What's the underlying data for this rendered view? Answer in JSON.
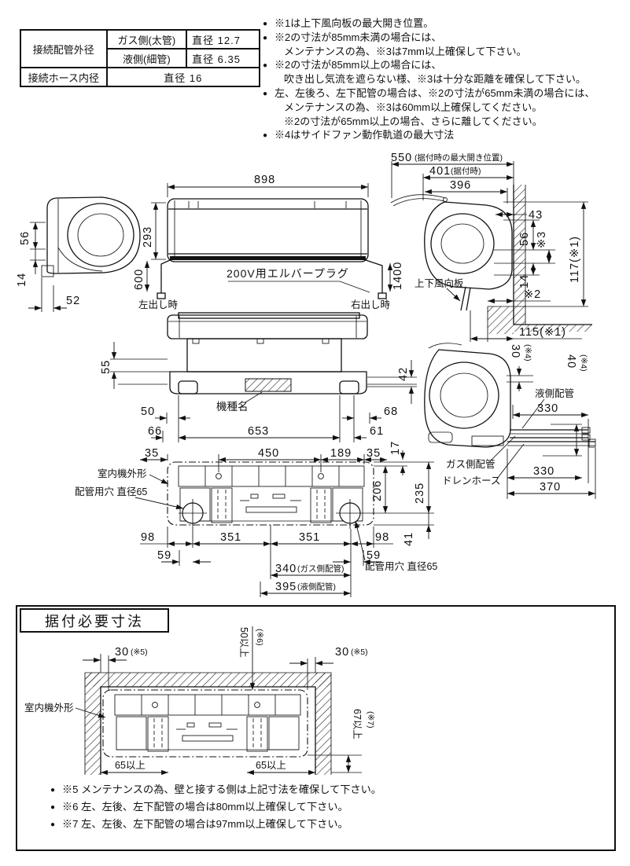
{
  "spec_table": {
    "pipe_outer_label": "接続配管外径",
    "gas_label": "ガス側(太管)",
    "gas_value": "直径 12.7",
    "liquid_label": "液側(細管)",
    "liquid_value": "直径 6.35",
    "hose_label": "接続ホース内径",
    "hose_value": "直径 16"
  },
  "top_notes": [
    {
      "bullet": "●",
      "text": "※1は上下風向板の最大開き位置。"
    },
    {
      "bullet": "●",
      "text": "※2の寸法が85mm未満の場合には、"
    },
    {
      "bullet": "",
      "text": "メンテナンスの為、※3は7mm以上確保して下さい。"
    },
    {
      "bullet": "●",
      "text": "※2の寸法が85mm以上の場合には、"
    },
    {
      "bullet": "",
      "text": "吹き出し気流を遮らない様、※3は十分な距離を確保して下さい。"
    },
    {
      "bullet": "●",
      "text": "左、左後ろ、左下配管の場合は、※2の寸法が65mm未満の場合には、"
    },
    {
      "bullet": "",
      "text": "メンテナンスの為、※3は60mm以上確保してください。"
    },
    {
      "bullet": "",
      "text": "※2の寸法が65mm以上の場合、さらに離してください。"
    },
    {
      "bullet": "●",
      "text": "※4はサイドファン動作軌道の最大寸法"
    }
  ],
  "left_view": {
    "d56": "56",
    "d14": "14",
    "d52": "52"
  },
  "front_view": {
    "width": "898",
    "height": "293",
    "cord_left": "600",
    "cord_right": "1400",
    "plug": "200V用エルバープラグ",
    "left_out": "左出し時",
    "right_out": "右出し時"
  },
  "wall_view": {
    "d550": "550",
    "d550_note": "(据付時の最大開き位置)",
    "d401": "401",
    "d401_note": "(据付時)",
    "d396": "396",
    "d43": "43",
    "d56": "56",
    "s3": "※3",
    "d117": "117(※1)",
    "d14": "14",
    "s2": "※2",
    "d115": "115(※1)",
    "louver": "上下風向板"
  },
  "bottom_view": {
    "d55": "55",
    "d42": "42",
    "d50": "50",
    "d66": "66",
    "d653": "653",
    "d68": "68",
    "d61": "61",
    "model": "機種名"
  },
  "pipe_view": {
    "d30": "30",
    "s4a": "(※4)",
    "d40": "40",
    "s4b": "(※4)",
    "liquid": "液側配管",
    "d330a": "330",
    "gas": "ガス側配管",
    "drain": "ドレンホース",
    "d330b": "330",
    "d370": "370"
  },
  "holes_view": {
    "d35a": "35",
    "d450": "450",
    "d189": "189",
    "d35b": "35",
    "d17": "17",
    "outline": "室内機外形",
    "hole_left": "配管用穴 直径65",
    "hole_right": "配管用穴 直径65",
    "d206": "206",
    "d235": "235",
    "d98a": "98",
    "d351a": "351",
    "d351b": "351",
    "d98b": "98",
    "d41": "41",
    "d59a": "59",
    "d59b": "59",
    "d340": "340",
    "d340_note": "(ガス側配管)",
    "d395": "395",
    "d395_note": "(液側配管)"
  },
  "install": {
    "title": "据付必要寸法",
    "d30l": "30",
    "s5l": "(※5)",
    "d30r": "30",
    "s5r": "(※5)",
    "d50": "50以上",
    "s6": "(※6)",
    "outline": "室内機外形",
    "d67": "67以上",
    "s7": "(※7)",
    "d65a": "65以上",
    "d65b": "65以上",
    "notes": [
      {
        "bullet": "●",
        "text": "※5 メンテナンスの為、壁と接する側は上記寸法を確保して下さい。"
      },
      {
        "bullet": "●",
        "text": "※6 左、左後、左下配管の場合は80mm以上確保して下さい。"
      },
      {
        "bullet": "●",
        "text": "※7 左、左後、左下配管の場合は97mm以上確保して下さい。"
      }
    ]
  }
}
